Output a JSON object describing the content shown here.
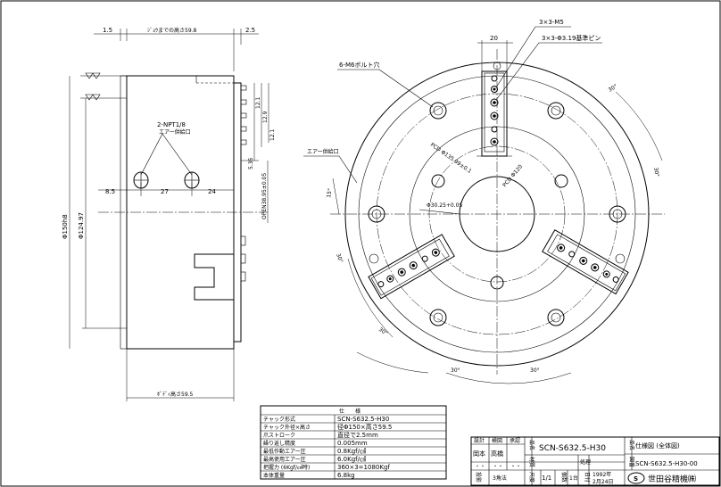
{
  "dims": {
    "d1_5": "1.5",
    "jaw_height": "ｼﾞｮｳまでの高さ59.8",
    "d2_5": "2.5",
    "npt": "2-NPT1/8",
    "air_port": "エアー供給口",
    "d8_5": "8.5",
    "d27": "27",
    "d24": "24",
    "d5_35": "5.35",
    "d12_1": "12.1",
    "d12_9": "12.9",
    "d12_1b": "12.1",
    "open": "OPEN38.95±0.05",
    "phi150": "Φ150h8",
    "phi124": "Φ124.97",
    "body_height": "ﾎﾞﾃﾞｨ高さ59.5",
    "tap_m5": "3×3-M5",
    "pin": "3×3-Φ3.19基準ピン",
    "d20": "20",
    "bolt_hole": "6-M6ボルト穴",
    "air_port2": "エアー供給口",
    "pcd1": "PCD Φ135.99±0.1",
    "pcd2": "PCD Φ120",
    "phi30": "Φ30.25+0.05",
    "a15": "15°",
    "a30a": "30°",
    "a30b": "30°",
    "a30c": "30°",
    "a30d": "30°",
    "a30e": "30°",
    "a30f": "30°"
  },
  "spec": {
    "title": "仕　　様",
    "rows": [
      {
        "label": "チャック形式",
        "value": "SCN-S632.5-H30"
      },
      {
        "label": "チャック外径×高さ",
        "value": "径Φ150×高さ59.5"
      },
      {
        "label": "爪ストローク",
        "value": "直径で2.5mm"
      },
      {
        "label": "繰り返し精度",
        "value": "0.005mm"
      },
      {
        "label": "最低作動エアー圧",
        "value": "0.8Kgf/㎠"
      },
      {
        "label": "最高使用エアー圧",
        "value": "6.0Kgf/㎠"
      },
      {
        "label": "把握力 (6Kgf/㎠時)",
        "value": "360×3=1080Kgf"
      },
      {
        "label": "本体重量",
        "value": "6.8kg"
      }
    ]
  },
  "title_block": {
    "h_design": "設計",
    "h_check": "検図",
    "h_approve": "承認",
    "h_name": "品名",
    "designer": "岡本",
    "checker": "高橋",
    "model": "SCN-S632.5-H30",
    "h_material": "材質",
    "h_treatment": "処理",
    "dash1": "・・",
    "dash2": "・・",
    "dash3": "・・",
    "h_projection": "投影",
    "projection": "3角法",
    "h_scale": "尺度",
    "scale": "1/1",
    "h_qty": "個数",
    "qty": "1台",
    "h_date": "日付",
    "date_year": "1992年",
    "date_day": "2月24日",
    "h_product": "品名",
    "product": "仕様図 (全体図)",
    "h_drawing_no": "図番",
    "drawing_no": "SCN-S632.5-H30-00",
    "company": "世田谷精機㈱",
    "logo": "S"
  }
}
